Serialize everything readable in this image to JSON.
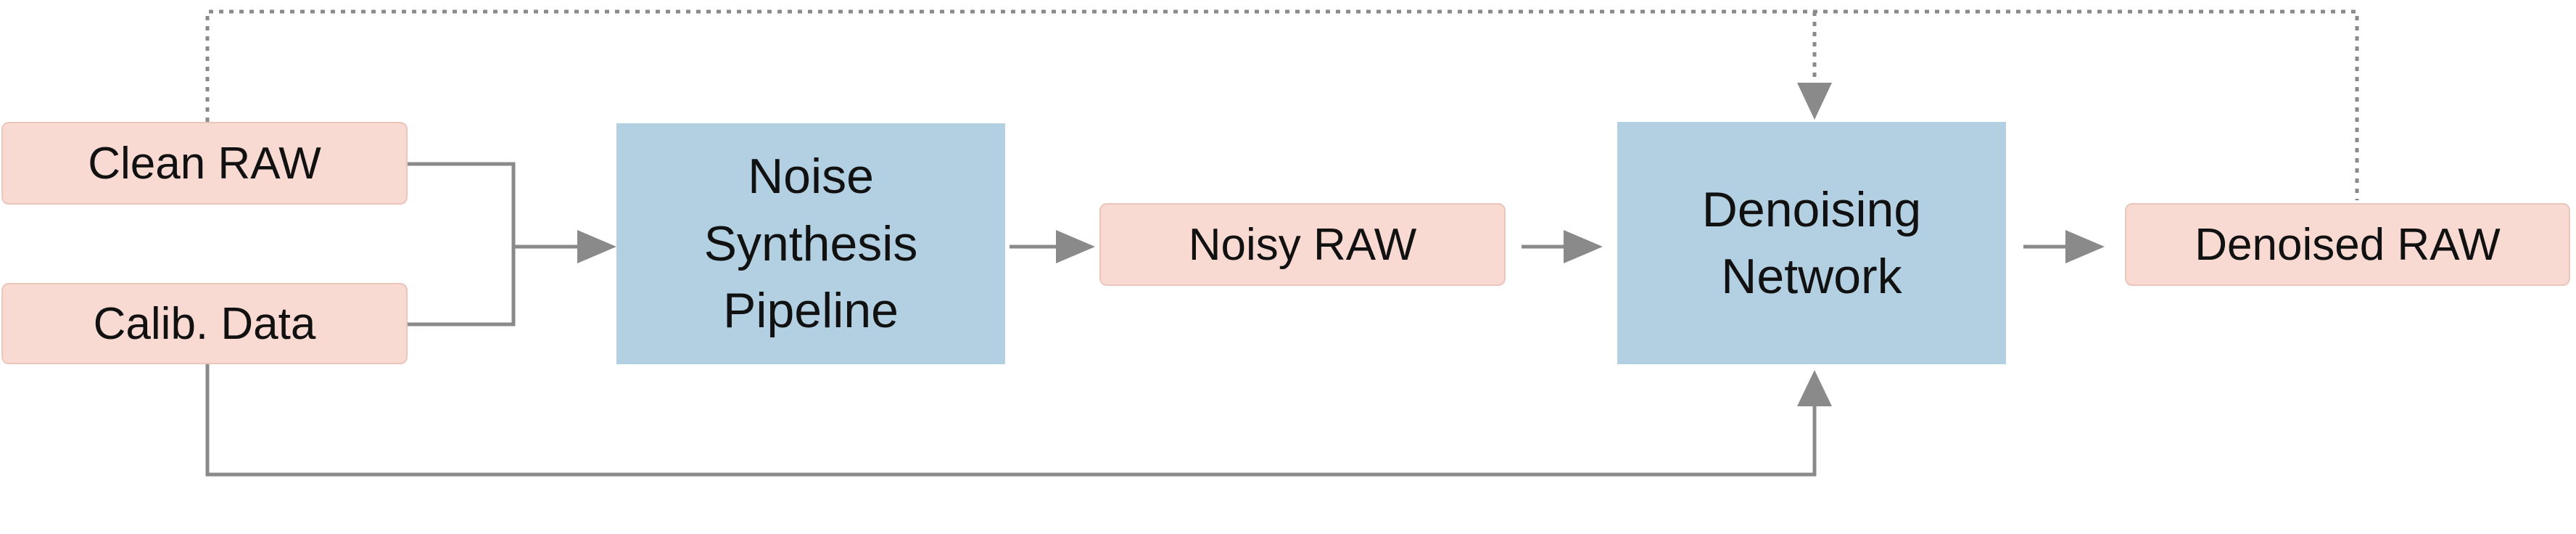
{
  "nodes": {
    "clean_raw": "Clean RAW",
    "calib_data": "Calib. Data",
    "noise_synthesis": "Noise\nSynthesis\nPipeline",
    "noisy_raw": "Noisy RAW",
    "denoising_network": "Denoising\nNetwork",
    "denoised_raw": "Denoised RAW"
  },
  "edges": [
    {
      "from": "Clean RAW",
      "to": "Noise Synthesis Pipeline",
      "style": "solid"
    },
    {
      "from": "Calib. Data",
      "to": "Noise Synthesis Pipeline",
      "style": "solid"
    },
    {
      "from": "Noise Synthesis Pipeline",
      "to": "Noisy RAW",
      "style": "solid"
    },
    {
      "from": "Noisy RAW",
      "to": "Denoising Network",
      "style": "solid"
    },
    {
      "from": "Denoising Network",
      "to": "Denoised RAW",
      "style": "solid"
    },
    {
      "from": "Calib. Data",
      "to": "Denoising Network",
      "style": "solid"
    },
    {
      "from": "Clean RAW",
      "to": "Denoising Network",
      "style": "dotted"
    },
    {
      "from": "Denoised RAW",
      "to": "Denoising Network",
      "style": "dotted"
    }
  ],
  "colors": {
    "data_node_fill": "#f9dad3",
    "process_node_fill": "#b2d0e2",
    "connector": "#8a8a8a"
  }
}
